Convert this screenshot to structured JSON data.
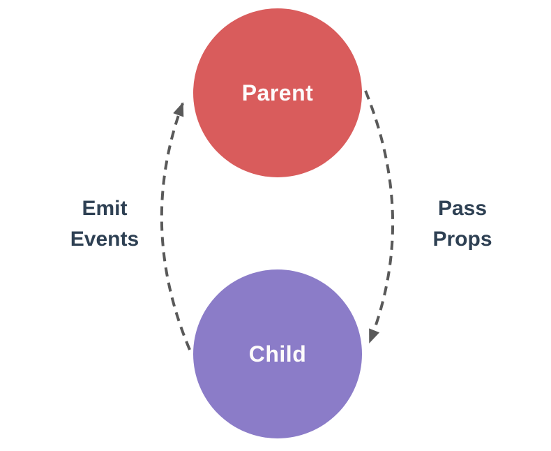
{
  "diagram": {
    "type": "cycle-diagram",
    "nodes": {
      "parent": {
        "label": "Parent",
        "fill": "#d95c5c",
        "text_color": "#fdfbfb"
      },
      "child": {
        "label": "Child",
        "fill": "#8b7cc8",
        "text_color": "#fdfbfb"
      }
    },
    "edges": {
      "emit_events": {
        "label": "Emit Events",
        "from": "Child",
        "to": "Parent",
        "side": "left",
        "direction": "up",
        "style": "dashed"
      },
      "pass_props": {
        "label": "Pass Props",
        "from": "Parent",
        "to": "Child",
        "side": "right",
        "direction": "down",
        "style": "dashed"
      }
    },
    "colors": {
      "background": "#ffffff",
      "arrow": "#595959",
      "edge_label_text": "#2e4053"
    }
  }
}
